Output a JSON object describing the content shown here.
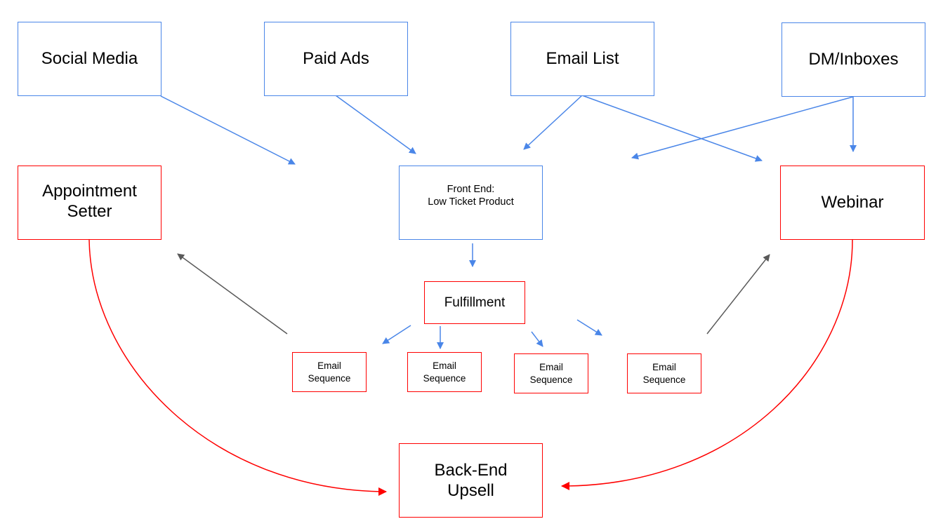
{
  "colors": {
    "source_border": "#4a86e8",
    "stage_border": "#ff0000",
    "blue_arrow": "#4a86e8",
    "gray_arrow": "#595959",
    "red_arrow": "#ff0000"
  },
  "nodes": {
    "social_media": "Social Media",
    "paid_ads": "Paid Ads",
    "email_list": "Email List",
    "dm_inboxes": "DM/Inboxes",
    "appointment_setter": "Appointment\nSetter",
    "front_end": "Front End:\nLow Ticket Product",
    "webinar": "Webinar",
    "fulfillment": "Fulfillment",
    "email_sequence_1": "Email\nSequence",
    "email_sequence_2": "Email\nSequence",
    "email_sequence_3": "Email\nSequence",
    "email_sequence_4": "Email\nSequence",
    "back_end_upsell": "Back-End\nUpsell"
  }
}
